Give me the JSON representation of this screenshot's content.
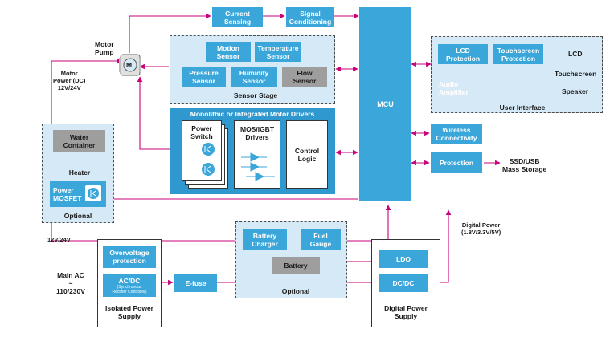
{
  "mcu": "MCU",
  "current_sensing": [
    "Current",
    "Sensing"
  ],
  "signal_conditioning": [
    "Signal",
    "Conditioning"
  ],
  "motor_pump": [
    "Motor",
    "Pump"
  ],
  "motor_letter": "M",
  "motor_power": [
    "Motor",
    "Power (DC)",
    "12V/24V"
  ],
  "sensor_stage": {
    "title": "Sensor Stage",
    "motion": [
      "Motion",
      "Sensor"
    ],
    "temperature": [
      "Temperature",
      "Sensor"
    ],
    "pressure": [
      "Pressure",
      "Sensor"
    ],
    "humidity": [
      "Humidity",
      "Sensor"
    ],
    "flow": [
      "Flow",
      "Sensor"
    ]
  },
  "user_interface": {
    "title": "User Interface",
    "lcd_protection": [
      "LCD",
      "Protection"
    ],
    "touchscreen_protection": [
      "Touchscreen",
      "Protection"
    ],
    "audio_amplifier": [
      "Audio",
      "Amplifier"
    ],
    "lcd": "LCD",
    "touchscreen": "Touchscreen",
    "speaker": "Speaker"
  },
  "motor_drivers": {
    "title": "Monolithic or Integrated Motor Drivers",
    "power_switch": [
      "Power",
      "Switch"
    ],
    "mos_igbt": [
      "MOS/IGBT",
      "Drivers"
    ],
    "control_logic": [
      "Control",
      "Logic"
    ]
  },
  "wireless": [
    "Wireless",
    "Connectivity"
  ],
  "protection": "Protection",
  "ssd_usb": [
    "SSD/USB",
    "Mass Storage"
  ],
  "heater_panel": {
    "water_container": [
      "Water",
      "Container"
    ],
    "heater": "Heater",
    "power_mosfet": [
      "Power",
      "MOSFET"
    ],
    "optional": "Optional"
  },
  "v12_24": "12V/24V",
  "main_ac": [
    "Main AC",
    "~",
    "110/230V"
  ],
  "isolated_supply": {
    "overvoltage": [
      "Overvoltage",
      "protection"
    ],
    "acdc": [
      "AC/DC"
    ],
    "acdc_sub": [
      "(Synchronous",
      "Rectifier Controller)"
    ],
    "title": [
      "Isolated Power",
      "Supply"
    ]
  },
  "efuse": "E-fuse",
  "battery_panel": {
    "battery_charger": [
      "Battery",
      "Charger"
    ],
    "fuel_gauge": [
      "Fuel",
      "Gauge"
    ],
    "battery": "Battery",
    "optional": "Optional"
  },
  "digital_power": [
    "Digital Power",
    "(1.8V/3.3V/5V)"
  ],
  "digital_supply": {
    "ldo": "LDO",
    "dcdc": "DC/DC",
    "title": [
      "Digital Power",
      "Supply"
    ]
  }
}
